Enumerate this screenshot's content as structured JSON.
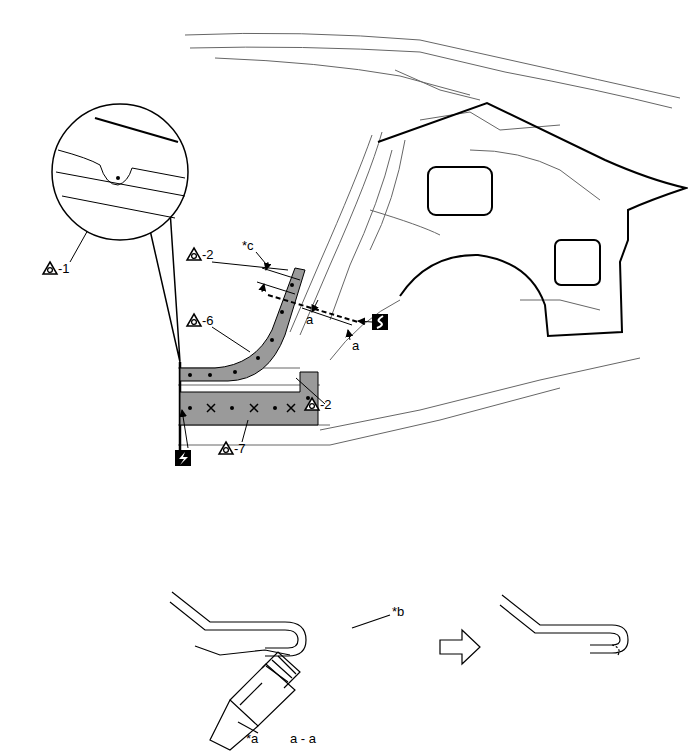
{
  "diagram": {
    "labels": [
      "-1",
      "*c",
      "-2",
      "-6",
      "a",
      "a",
      "-2",
      "-7",
      "*b",
      "*a",
      "a - a"
    ]
  }
}
